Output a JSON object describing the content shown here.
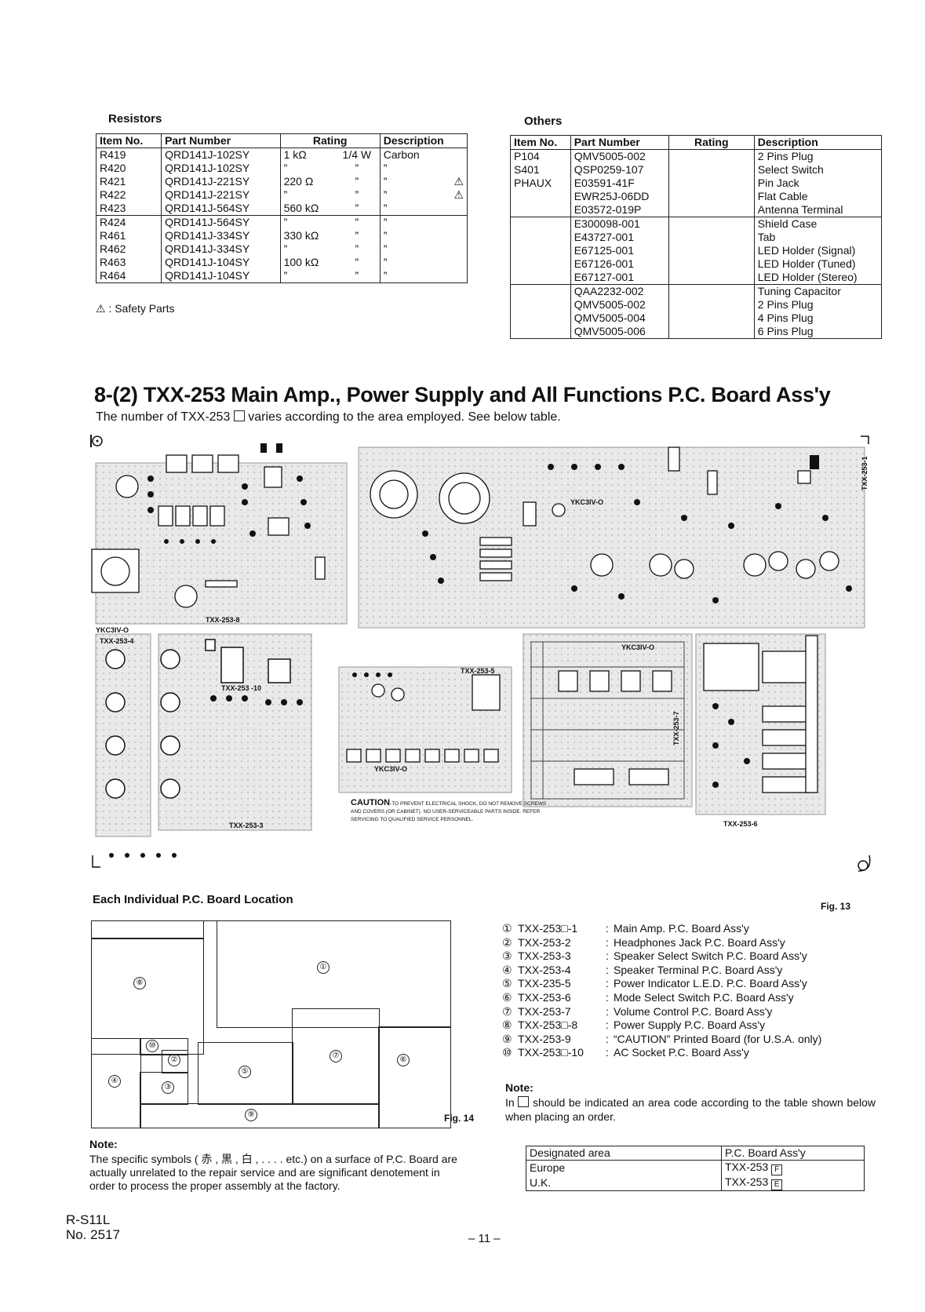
{
  "resistors": {
    "title": "Resistors",
    "headers": [
      "Item No.",
      "Part Number",
      "Rating",
      "Description"
    ],
    "rows": [
      [
        "R419",
        "QRD141J-102SY",
        "1 kΩ",
        "1/4 W",
        "Carbon",
        ""
      ],
      [
        "R420",
        "QRD141J-102SY",
        "”",
        "”",
        "”",
        ""
      ],
      [
        "R421",
        "QRD141J-221SY",
        "220 Ω",
        "”",
        "”",
        "⚠"
      ],
      [
        "R422",
        "QRD141J-221SY",
        "”",
        "”",
        "”",
        "⚠"
      ],
      [
        "R423",
        "QRD141J-564SY",
        "560 kΩ",
        "”",
        "”",
        ""
      ],
      [
        "R424",
        "QRD141J-564SY",
        "”",
        "”",
        "”",
        ""
      ],
      [
        "R461",
        "QRD141J-334SY",
        "330 kΩ",
        "”",
        "”",
        ""
      ],
      [
        "R462",
        "QRD141J-334SY",
        "”",
        "”",
        "”",
        ""
      ],
      [
        "R463",
        "QRD141J-104SY",
        "100 kΩ",
        "”",
        "”",
        ""
      ],
      [
        "R464",
        "QRD141J-104SY",
        "”",
        "”",
        "”",
        ""
      ]
    ],
    "safety_note": "⚠ : Safety Parts"
  },
  "others": {
    "title": "Others",
    "headers": [
      "Item No.",
      "Part Number",
      "Rating",
      "Description"
    ],
    "rows": [
      [
        "P104",
        "QMV5005-002",
        "",
        "2 Pins Plug"
      ],
      [
        "S401",
        "QSP0259-107",
        "",
        "Select Switch"
      ],
      [
        "PHAUX",
        "E03591-41F",
        "",
        "Pin Jack"
      ],
      [
        "",
        "EWR25J-06DD",
        "",
        "Flat Cable"
      ],
      [
        "",
        "E03572-019P",
        "",
        "Antenna Terminal"
      ],
      [
        "",
        "E300098-001",
        "",
        "Shield Case"
      ],
      [
        "",
        "E43727-001",
        "",
        "Tab"
      ],
      [
        "",
        "E67125-001",
        "",
        "LED Holder (Signal)"
      ],
      [
        "",
        "E67126-001",
        "",
        "LED Holder (Tuned)"
      ],
      [
        "",
        "E67127-001",
        "",
        "LED Holder (Stereo)"
      ],
      [
        "",
        "QAA2232-002",
        "",
        "Tuning Capacitor"
      ],
      [
        "",
        "QMV5005-002",
        "",
        "2 Pins Plug"
      ],
      [
        "",
        "QMV5005-004",
        "",
        "4 Pins Plug"
      ],
      [
        "",
        "QMV5005-006",
        "",
        "6 Pins Plug"
      ]
    ]
  },
  "section": {
    "heading": "8-(2) TXX-253 Main Amp., Power Supply and All Functions P.C. Board Ass'y",
    "subtitle_a": "The number of TXX-253",
    "subtitle_b": "varies according to the area employed. See below table."
  },
  "pcb": {
    "labels": [
      "TXX-253-8",
      "TXX-253-4",
      "TXX-253-3",
      "TXX-253-5",
      "TXX-253-7",
      "TXX-253-6",
      "TXX-253-1",
      "YKC3IV-O",
      "YKC3IV-O",
      "YKC3IV-O",
      "YKC3IV-O",
      "TXX-253 -10"
    ],
    "caution_title": "CAUTION",
    "caution_text": "-TO PREVENT ELECTRICAL SHOCK, DO NOT REMOVE SCREWS AND COVERS (OR CABINET). NO USER-SERVICEABLE PARTS INSIDE. REFER SERVICING TO QUALIFIED SERVICE PERSONNEL.",
    "location_caption": "Each Individual P.C. Board Location",
    "fig13": "Fig. 13"
  },
  "location_map": {
    "fig14": "Fig. 14",
    "numbers": [
      "⑧",
      "①",
      "⑩",
      "②",
      "④",
      "⑤",
      "⑦",
      "⑥",
      "③",
      "⑨"
    ]
  },
  "legend": [
    {
      "num": "①",
      "code": "TXX-253□-1",
      "sep": ":",
      "desc": "Main Amp. P.C. Board Ass'y"
    },
    {
      "num": "②",
      "code": "TXX-253-2",
      "sep": ":",
      "desc": "Headphones Jack P.C. Board Ass'y"
    },
    {
      "num": "③",
      "code": "TXX-253-3",
      "sep": ":",
      "desc": "Speaker Select Switch P.C. Board Ass'y"
    },
    {
      "num": "④",
      "code": "TXX-253-4",
      "sep": ":",
      "desc": "Speaker Terminal P.C. Board Ass'y"
    },
    {
      "num": "⑤",
      "code": "TXX-235-5",
      "sep": ":",
      "desc": "Power Indicator L.E.D. P.C. Board Ass'y"
    },
    {
      "num": "⑥",
      "code": "TXX-253-6",
      "sep": ":",
      "desc": "Mode Select Switch P.C. Board Ass'y"
    },
    {
      "num": "⑦",
      "code": "TXX-253-7",
      "sep": ":",
      "desc": "Volume Control P.C. Board Ass'y"
    },
    {
      "num": "⑧",
      "code": "TXX-253□-8",
      "sep": ":",
      "desc": "Power Supply P.C. Board Ass'y"
    },
    {
      "num": "⑨",
      "code": "TXX-253-9",
      "sep": ":",
      "desc": "“CAUTION” Printed Board (for U.S.A. only)"
    },
    {
      "num": "⑩",
      "code": "TXX-253□-10",
      "sep": ":",
      "desc": "AC Socket P.C. Board Ass'y"
    }
  ],
  "note_right": {
    "title": "Note:",
    "text_a": "In",
    "text_b": "should be indicated an area code according to the table shown below when placing an order."
  },
  "area_table": {
    "headers": [
      "Designated area",
      "P.C. Board Ass'y"
    ],
    "rows": [
      {
        "area": "Europe",
        "board": "TXX-253",
        "code": "F"
      },
      {
        "area": "U.K.",
        "board": "TXX-253",
        "code": "E"
      }
    ]
  },
  "note_left": {
    "title": "Note:",
    "text": "The specific symbols ( 赤 , 黒 , 白 ,  . . . . etc.) on a surface of P.C. Board are actually unrelated to the repair service and are significant denotement in order to process the proper assembly at the factory."
  },
  "footer": {
    "model": "R-S11L",
    "number": "No. 2517",
    "page": "– 11 –"
  }
}
